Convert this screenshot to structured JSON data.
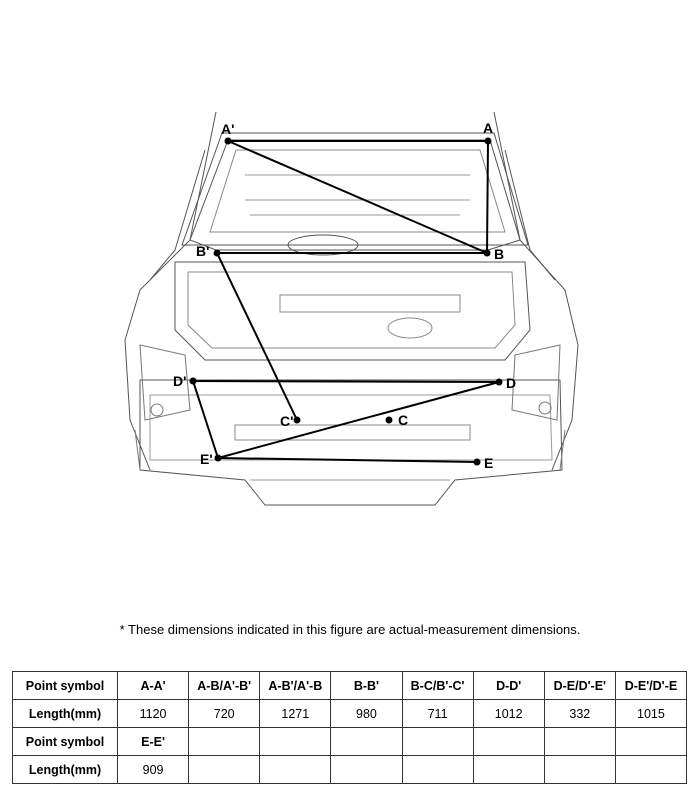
{
  "points": {
    "A": "A",
    "A_prime": "A'",
    "B": "B",
    "B_prime": "B'",
    "C": "C",
    "C_prime": "C'",
    "D": "D",
    "D_prime": "D'",
    "E": "E",
    "E_prime": "E'"
  },
  "note": "*  These dimensions indicated in this figure are actual-measurement dimensions.",
  "table": {
    "rows": [
      [
        "Point symbol",
        "A-A'",
        "A-B/A'-B'",
        "A-B'/A'-B",
        "B-B'",
        "B-C/B'-C'",
        "D-D'",
        "D-E/D'-E'",
        "D-E'/D'-E"
      ],
      [
        "Length(mm)",
        "1120",
        "720",
        "1271",
        "980",
        "711",
        "1012",
        "332",
        "1015"
      ],
      [
        "Point symbol",
        "E-E'",
        "",
        "",
        "",
        "",
        "",
        "",
        ""
      ],
      [
        "Length(mm)",
        "909",
        "",
        "",
        "",
        "",
        "",
        "",
        ""
      ]
    ]
  }
}
